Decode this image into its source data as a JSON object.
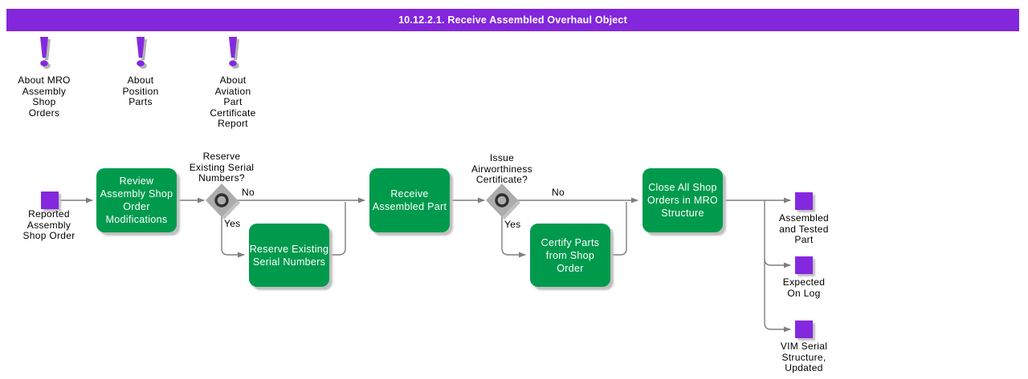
{
  "colors": {
    "purple": "#8428DF",
    "titlebar_purple": "#8326DC",
    "green": "#009A4D",
    "line_gray": "#7F7F7F",
    "diamond_gray": "#ACACAC"
  },
  "header": {
    "title": "10.12.2.1. Receive Assembled Overhaul Object"
  },
  "notes": [
    {
      "icon": "exclamation-icon",
      "label": "About MRO\nAssembly\nShop\nOrders"
    },
    {
      "icon": "exclamation-icon",
      "label": "About\nPosition\nParts"
    },
    {
      "icon": "exclamation-icon",
      "label": "About\nAviation\nPart\nCertificate\nReport"
    }
  ],
  "flow": {
    "start": {
      "label": "Reported\nAssembly\nShop Order"
    },
    "tasks": [
      {
        "label": "Review\nAssembly Shop\nOrder\nModifications"
      },
      {
        "label": "Reserve Existing\nSerial Numbers"
      },
      {
        "label": "Receive\nAssembled Part"
      },
      {
        "label": "Certify Parts\nfrom Shop\nOrder"
      },
      {
        "label": "Close All Shop\nOrders in MRO\nStructure"
      }
    ],
    "decisions": [
      {
        "question": "Reserve\nExisting Serial\nNumbers?",
        "no_label": "No",
        "yes_label": "Yes"
      },
      {
        "question": "Issue\nAirworthiness\nCertificate?",
        "no_label": "No",
        "yes_label": "Yes"
      }
    ],
    "ends": [
      {
        "label": "Assembled\nand Tested\nPart"
      },
      {
        "label": "Expected\nOn Log"
      },
      {
        "label": "VIM Serial\nStructure,\nUpdated"
      }
    ]
  }
}
